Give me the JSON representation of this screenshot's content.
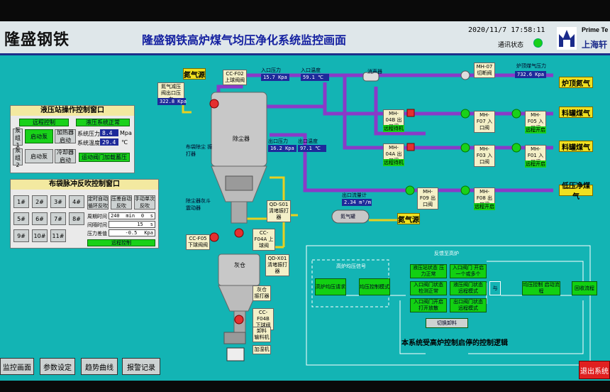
{
  "header": {
    "brand": "隆盛钢铁",
    "title": "隆盛钢铁高炉煤气均压净化系统监控画面",
    "datetime": "2020/11/7  17:58:11",
    "comm_label": "通讯状态",
    "vendor_en": "Prime Te",
    "vendor_cn": "上海轩"
  },
  "hydraulic": {
    "title": "液压站操作控制窗口",
    "status_left": "远程控制",
    "status_right": "液压系统正常",
    "pump1": "泵组1",
    "pump2": "泵组2",
    "start": "启动泵",
    "stop": "启动泵",
    "heat_btn": "加热器启动",
    "cool_btn": "冷却器启动",
    "pressure_label": "系统压力",
    "pressure_value": "8.4",
    "pressure_unit": "Mpa",
    "temp_label": "系统温度",
    "temp_value": "29.4",
    "temp_unit": "℃",
    "auto_btn": "运动阀门加载蓄压"
  },
  "pulse": {
    "title": "布袋脉冲反吹控制窗口",
    "keys": [
      "1#",
      "2#",
      "3#",
      "4#",
      "5#",
      "6#",
      "7#",
      "8#",
      "9#",
      "10#",
      "11#"
    ],
    "mode_buttons": [
      "定时自动循环反吹",
      "压差自动反吹",
      "手动单次反吹"
    ],
    "cycle_label": "周期时间",
    "cycle_value": "240",
    "cycle_unit": "min",
    "cycle_unit2": "0",
    "cycle_unit3": "s",
    "pulse_label": "间隔时间",
    "pulse_value": "15",
    "pulse_unit": "s",
    "dp_label": "压力差值",
    "dp_value": "-0.5",
    "dp_unit": "Kpa",
    "mode_status": "远程控制"
  },
  "process": {
    "n2_source_top": "氮气源",
    "n2_source_mid": "氮气源",
    "n2_tag": "氮气减压阀出口压力",
    "n2_value": "322.8 Kpa",
    "cc_f02": "CC-F02 上球阀阀",
    "bag_vibrator": "布袋除尘 振打器",
    "dust_collector": "除尘器",
    "ash_hopper": "除尘器灰斗 震动器",
    "qd_s01": "QD-S01 清堵振打器",
    "cc_f04a": "CC-F04A 上球阀",
    "cc_f05": "CC-F05 下球阀阀",
    "qd_x01": "QD-X01 清堵振打器",
    "ash_bin": "灰仓",
    "ash_bin_vib": "灰仓 振打器",
    "cc_f04b": "CC-F04B 下球阀",
    "screw_feeder": "卸料 输料机",
    "humidifier": "加湿机",
    "n2_tank": "氮气罐",
    "in_pressure_label": "入口压力",
    "in_pressure": "15.7  Kpa",
    "in_temp_label": "入口温度",
    "in_temp": "59.1  ℃",
    "out_pressure_label": "出口压力",
    "out_pressure": "16.2  Kpa",
    "out_temp_label": "出口温度",
    "out_temp": "97.1  ℃",
    "silencer": "消声器",
    "flow_label": "出口流量计",
    "flow_value": "2.34  m³/m",
    "mh07": "MH-07 切断阀",
    "top_pressure_label": "炉顶煤气压力",
    "top_pressure": "732.6 Kpa",
    "mh04b": "MH-04B 出口阀",
    "mh04b_status": "远程待机",
    "mh04a": "MH-04A 出口阀",
    "mh04a_status": "远程待机",
    "mh_f07": "MH-F07 入口阀",
    "mh_f05": "MH-F05 入口阀",
    "mh_f05_status": "远程开启",
    "mh_f03": "MH-F03 入口阀",
    "mh_f01": "MH-F01 入口阀",
    "mh_f01_status": "远程开启",
    "mh_f09": "MH-F09 出口阀",
    "mh_f08": "MH-F08 出口阀",
    "mh_f08_status": "远程开启",
    "dest_top": "炉顶氮气",
    "dest_tank1": "料罐煤气",
    "dest_tank2": "料罐煤气",
    "dest_low": "低压净煤气"
  },
  "logic": {
    "frame_title": "反馈至高炉",
    "inner_title": "高炉均压信号",
    "nodes": [
      "高炉均压请求",
      "均压控制模式",
      "液压站状态 压力正常",
      "入口阀门 开启一个或多个",
      "入口阀门状态 检测正常",
      "液压阀门状态 远程模式",
      "入口阀门开启 打开放散",
      "出口阀门状态 远程模式",
      "与",
      "均压控制 启动流程",
      "回收流程"
    ],
    "bottom_node": "切换卸料",
    "caption": "本系统受高炉控制启停的控制逻辑"
  },
  "nav": {
    "monitor": "监控画面",
    "params": "参数设定",
    "trend": "趋势曲线",
    "alarm": "报警记录",
    "exit": "退出系统"
  },
  "colors": {
    "screen_bg": "#13b4b4",
    "pipe_purple": "#8a3ac8",
    "pipe_yellow": "#e8d020",
    "panel_title": "#1420a0",
    "status_green": "#19d119"
  }
}
